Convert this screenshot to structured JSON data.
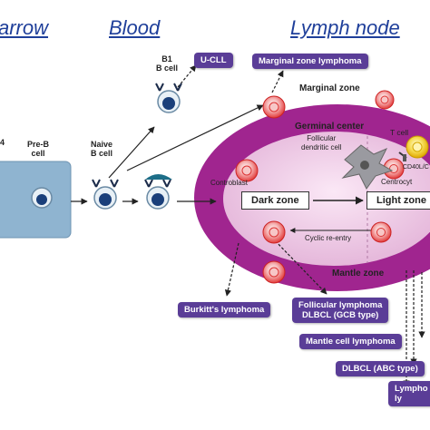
{
  "headers": {
    "marrow": "arrow",
    "blood": "Blood",
    "lymph": "Lymph node"
  },
  "cells": {
    "pre_b": "Pre-B\ncell",
    "naive": "Naive\nB cell",
    "b1": "B1\nB cell",
    "left_partial": "4"
  },
  "germinal": {
    "marginal_zone": "Marginal zone",
    "germinal_center": "Germinal center",
    "follicular_dc": "Follicular\ndendritic cell",
    "t_cell": "T cell",
    "cd40l": "CD40L/C",
    "centroblast": "Controblast",
    "centrocyte": "Centrocyt",
    "dark_zone": "Dark zone",
    "light_zone": "Light zone",
    "cyclic": "Cyclic re-entry",
    "mantle_zone": "Mantle zone"
  },
  "lymphomas": {
    "ucll": "U-CLL",
    "marginal": "Marginal zone lymphoma",
    "burkitt": "Burkitt's lymphoma",
    "follicular": "Follicular lymphoma\nDLBCL (GCB type)",
    "mantle": "Mantle cell lymphoma",
    "dlbcl_abc": "DLBCL (ABC type)",
    "lympho": "Lympho\nly"
  },
  "colors": {
    "header": "#1f3f9a",
    "pill": "#5a3d97",
    "follicle_outer": "#a0258f",
    "follicle_inner": "#ecc4e3",
    "marrow_box": "#8fb4d0"
  }
}
